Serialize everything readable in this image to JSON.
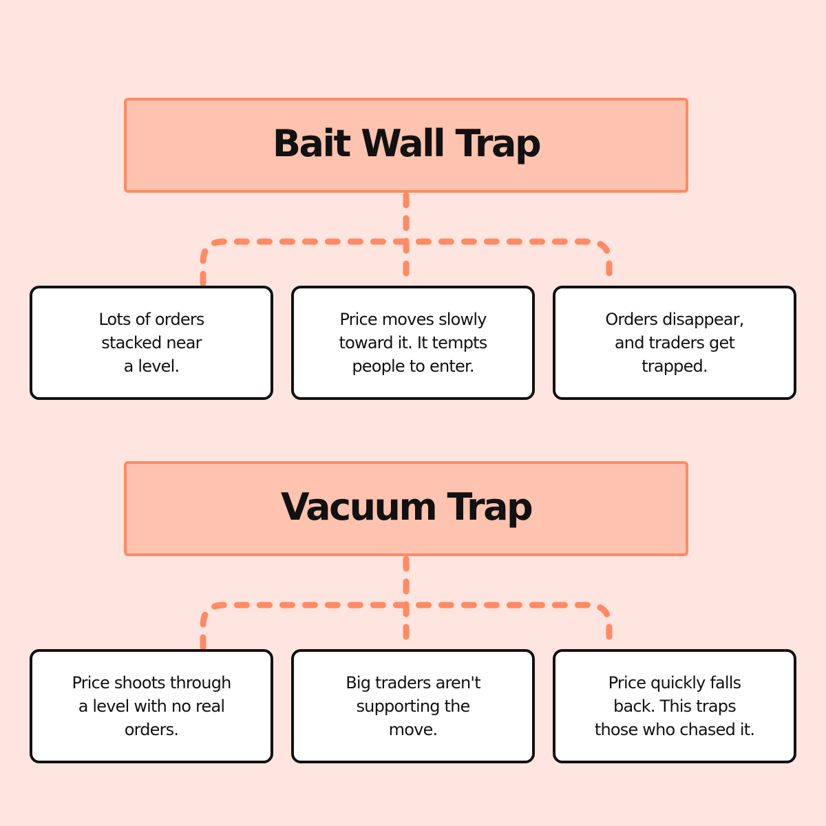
{
  "colors": {
    "background": "#FFE5DF",
    "header_fill": "#FFC3AF",
    "accent": "#FF8A63",
    "box_border": "#111111",
    "box_fill": "#FFFFFF",
    "text": "#111111"
  },
  "sections": [
    {
      "title": "Bait Wall Trap",
      "steps": [
        {
          "text": "Lots of orders\nstacked near\na level."
        },
        {
          "text": "Price moves slowly\ntoward it. It tempts\npeople to enter."
        },
        {
          "text": "Orders disappear,\nand traders get\ntrapped."
        }
      ]
    },
    {
      "title": "Vacuum Trap",
      "steps": [
        {
          "text": "Price shoots through\na level with no real\norders."
        },
        {
          "text": "Big traders aren't\nsupporting the\nmove."
        },
        {
          "text": "Price quickly falls\nback. This traps\nthose who chased it."
        }
      ]
    }
  ]
}
